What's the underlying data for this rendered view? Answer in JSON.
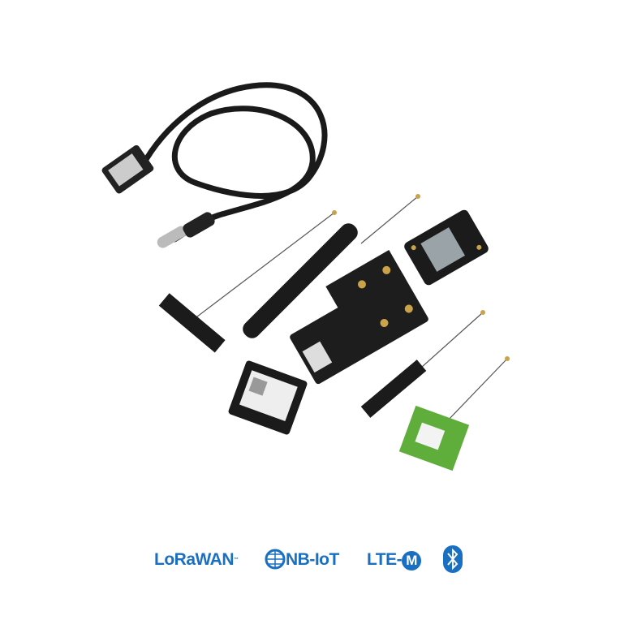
{
  "scene": {
    "description_items": [
      "usb-cable",
      "fpc-antenna",
      "pcb-antenna",
      "base-board",
      "core-module",
      "sensor-board",
      "ipex-antenna",
      "gps-patch-antenna"
    ],
    "colors": {
      "brand_blue": "#1a6fc0",
      "pcb_black": "#1b1b1b",
      "gold": "#c9a24a",
      "patch_green": "#5fae3c"
    }
  },
  "logos": {
    "lorawan": "LoRaWAN",
    "nbiot": "NB-IoT",
    "ltem_prefix": "LTE-",
    "ltem_m": "M",
    "bluetooth_icon": "bluetooth-icon"
  }
}
